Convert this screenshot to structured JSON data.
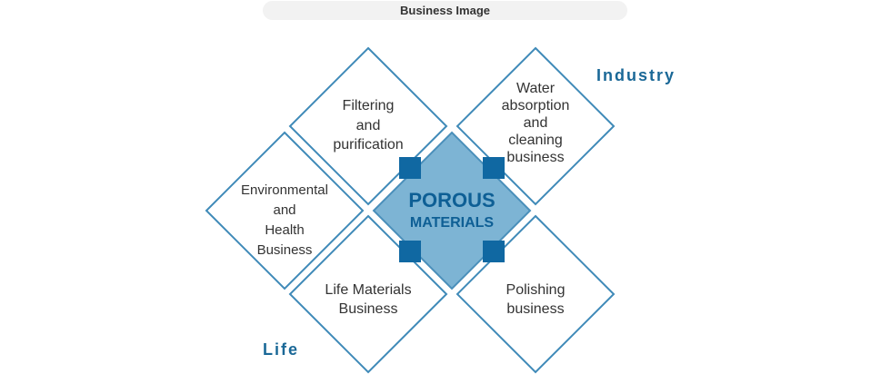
{
  "header": {
    "title": "Business Image"
  },
  "axes": {
    "top_right": "Industry",
    "bottom_left": "Life"
  },
  "center": {
    "line1": "POROUS",
    "line2": "MATERIALS"
  },
  "businesses": [
    {
      "id": "filtering",
      "lines": [
        "Filtering",
        "and",
        "purification"
      ]
    },
    {
      "id": "water",
      "lines": [
        "Water",
        "absorption",
        "and",
        "cleaning",
        "business"
      ]
    },
    {
      "id": "environmental",
      "lines": [
        "Environmental",
        "and",
        "Health",
        "Business"
      ]
    },
    {
      "id": "life-materials",
      "lines": [
        "Life Materials",
        "Business"
      ]
    },
    {
      "id": "polishing",
      "lines": [
        "Polishing",
        "business"
      ]
    }
  ],
  "colors": {
    "outline": "#3f8ab8",
    "center_fill": "#7db4d4",
    "square_fill": "#1068a2",
    "text": "#333333",
    "accent_text": "#0e5f95"
  }
}
